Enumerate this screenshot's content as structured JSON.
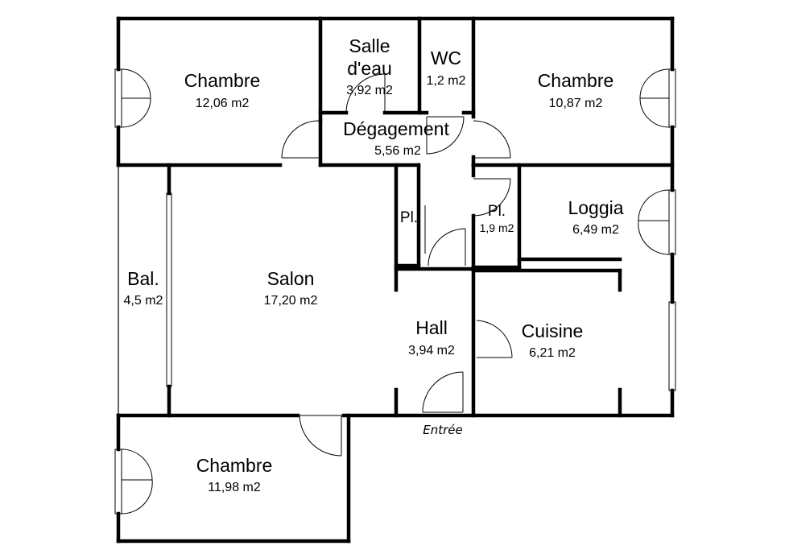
{
  "rooms": {
    "chambre_nw": {
      "name": "Chambre",
      "area": "12,06 m2"
    },
    "salle_eau": {
      "name_line1": "Salle",
      "name_line2": "d'eau",
      "area": "3,92 m2"
    },
    "wc": {
      "name": "WC",
      "area": "1,2 m2"
    },
    "chambre_ne": {
      "name": "Chambre",
      "area": "10,87 m2"
    },
    "degagement": {
      "name": "Dégagement",
      "area": "5,56 m2"
    },
    "placard_left": {
      "name": "Pl."
    },
    "placard_right": {
      "name": "Pl.",
      "area": "1,9 m2"
    },
    "loggia": {
      "name": "Loggia",
      "area": "6,49 m2"
    },
    "balcon": {
      "name": "Bal.",
      "area": "4,5 m2"
    },
    "salon": {
      "name": "Salon",
      "area": "17,20 m2"
    },
    "hall": {
      "name": "Hall",
      "area": "3,94 m2"
    },
    "cuisine": {
      "name": "Cuisine",
      "area": "6,21 m2"
    },
    "chambre_sw": {
      "name": "Chambre",
      "area": "11,98 m2"
    }
  },
  "entrance": {
    "label": "Entrée"
  }
}
